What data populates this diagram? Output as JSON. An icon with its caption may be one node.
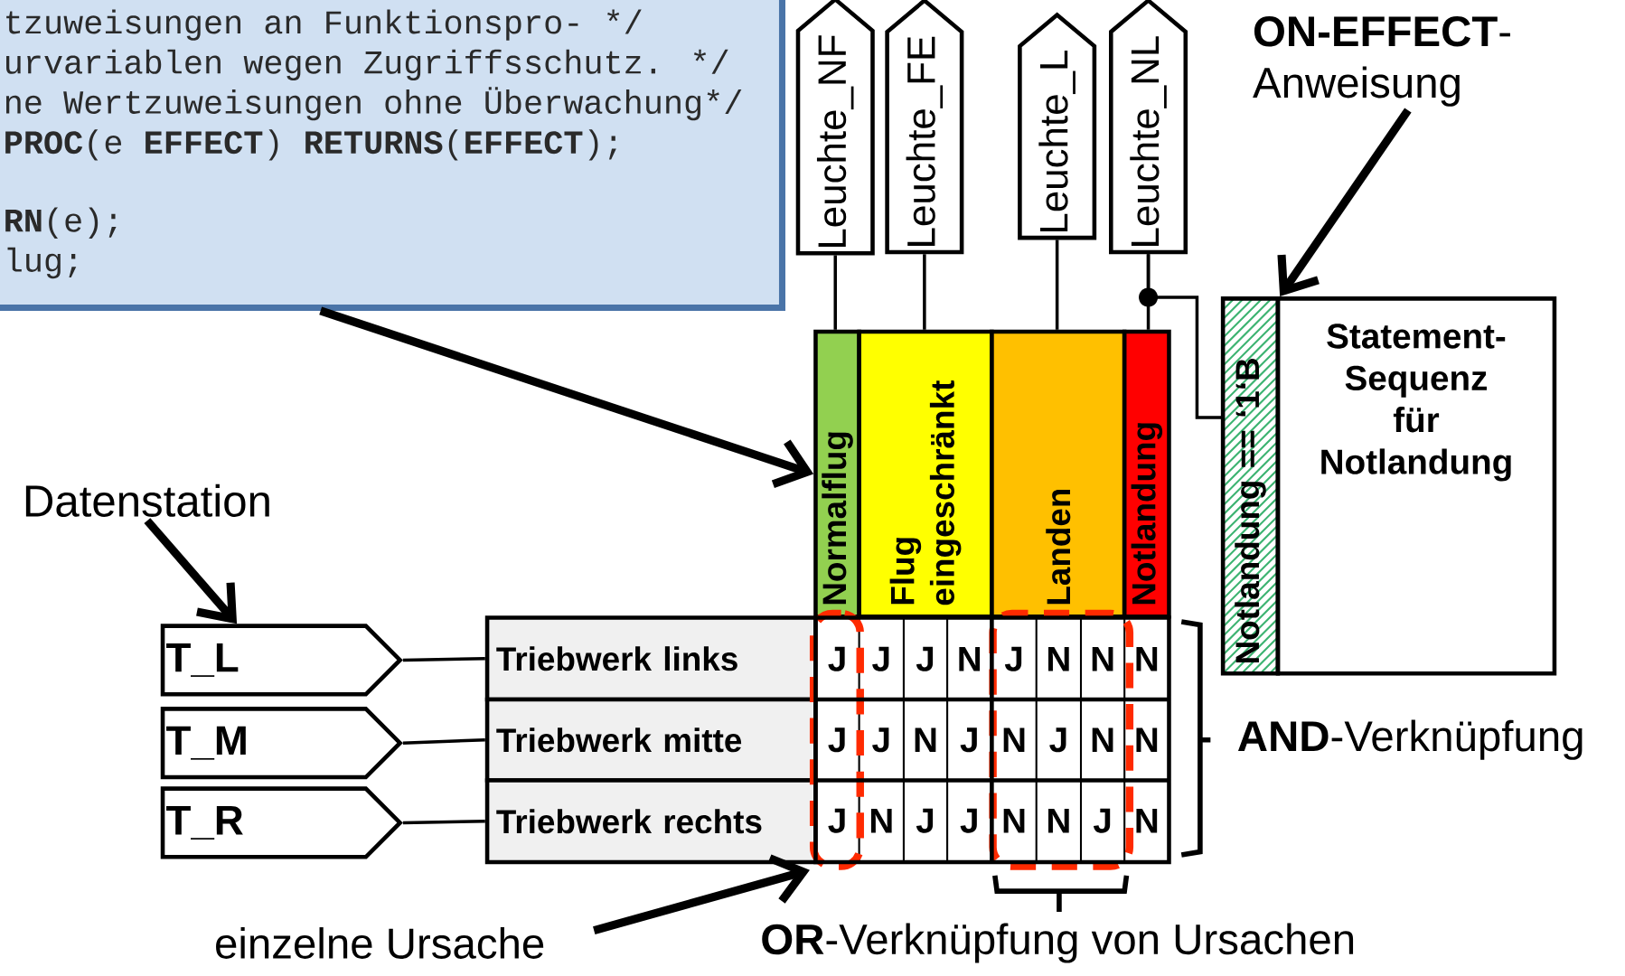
{
  "diagram": {
    "nodes": [
      {
        "text": [
          "tzuweisungen an Funktionspro- */",
          "urvariablen wegen Zugriffsschutz. */",
          "ne Wertzuweisungen ohne Überwachung*/",
          "**PROC**(e **EFFECT**) **RETURNS**(**EFFECT**);",
          "**RN**(e);",
          "lug;"
        ]
      },
      {
        "text": [
          "Leuchte_NF"
        ]
      },
      {
        "text": [
          "Leuchte_FE"
        ]
      },
      {
        "text": [
          "Leuchte_L"
        ]
      },
      {
        "text": [
          "Leuchte_NL"
        ]
      },
      {
        "text": [
          "**ON-EFFECT**- Anweisung"
        ]
      },
      {
        "text": [
          "Normalflug"
        ]
      },
      {
        "text": [
          "Flug eingeschränkt"
        ]
      },
      {
        "text": [
          "Landen"
        ]
      },
      {
        "text": [
          "Notlandung"
        ]
      },
      {
        "text": [
          "Notlandung == ‘1‘B"
        ]
      },
      {
        "text": [
          "Statement- Sequenz für Notlandung"
        ]
      },
      {
        "text": [
          "Datenstation"
        ]
      },
      {
        "text": [
          "T_L"
        ]
      },
      {
        "text": [
          "T_M"
        ]
      },
      {
        "text": [
          "T_R"
        ]
      },
      {
        "text": [
          "Triebwerk links"
        ]
      },
      {
        "text": [
          "Triebwerk mitte"
        ]
      },
      {
        "text": [
          "Triebwerk rechts"
        ]
      },
      {
        "text": [],
        "shape": "box"
      },
      {
        "text": [],
        "shape": "box"
      },
      {
        "text": [
          "einzelne Ursache"
        ]
      }
    ],
    "edges": [
      {
        "from": 0,
        "to": 6,
        "arrow": "to",
        "style": "thick"
      },
      {
        "from": 1,
        "to": 6,
        "arrow": "none"
      },
      {
        "from": 2,
        "to": 7,
        "arrow": "none"
      },
      {
        "from": 3,
        "to": 8,
        "arrow": "none"
      },
      {
        "from": 4,
        "to": 9,
        "arrow": "none"
      },
      {
        "from": 4,
        "to": 10,
        "arrow": "none"
      },
      {
        "from": 5,
        "to": 10,
        "arrow": "to",
        "style": "thick"
      },
      {
        "from": 12,
        "to": 13,
        "arrow": "to",
        "style": "thick"
      },
      {
        "from": 13,
        "to": 16,
        "arrow": "none"
      },
      {
        "from": 14,
        "to": 17,
        "arrow": "none"
      },
      {
        "from": 15,
        "to": 18,
        "arrow": "none"
      },
      {
        "from": 21,
        "to": 19,
        "arrow": "to",
        "style": "thick"
      }
    ],
    "labels": [
      "J",
      "J",
      "J",
      "N",
      "J",
      "N",
      "N",
      "N",
      "J",
      "J",
      "N",
      "J",
      "N",
      "J",
      "N",
      "N",
      "J",
      "N",
      "J",
      "J",
      "N",
      "N",
      "J",
      "N",
      "**AND**-Verknüpfung",
      "**OR**-Verknüpfung von Ursachen"
    ]
  }
}
